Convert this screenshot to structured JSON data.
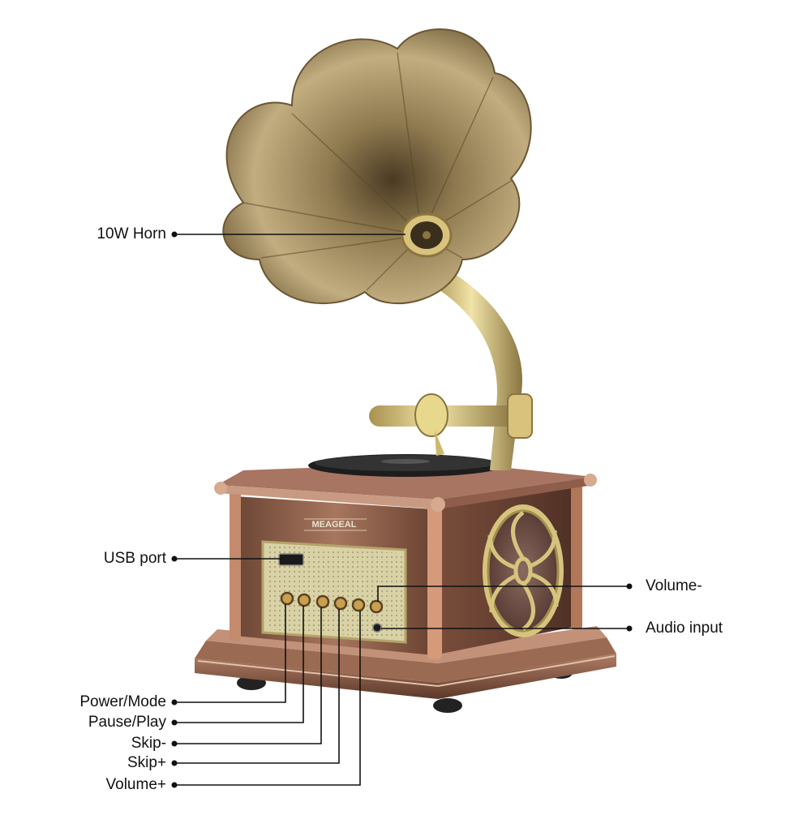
{
  "brand": "MEAGEAL",
  "callouts": {
    "horn": "10W Horn",
    "usb": "USB port",
    "power": "Power/Mode",
    "pause": "Pause/Play",
    "skip_minus": "Skip-",
    "skip_plus": "Skip+",
    "volume_plus": "Volume+",
    "volume_minus": "Volume-",
    "audio_input": "Audio input"
  },
  "colors": {
    "bronze_light": "#c9b48a",
    "bronze_mid": "#9b8356",
    "bronze_dark": "#5e4a2c",
    "copper": "#8a5a44",
    "copper_dark": "#5a3628",
    "gold": "#d8c47a",
    "panel": "#d8d2a6",
    "line": "#111111"
  }
}
